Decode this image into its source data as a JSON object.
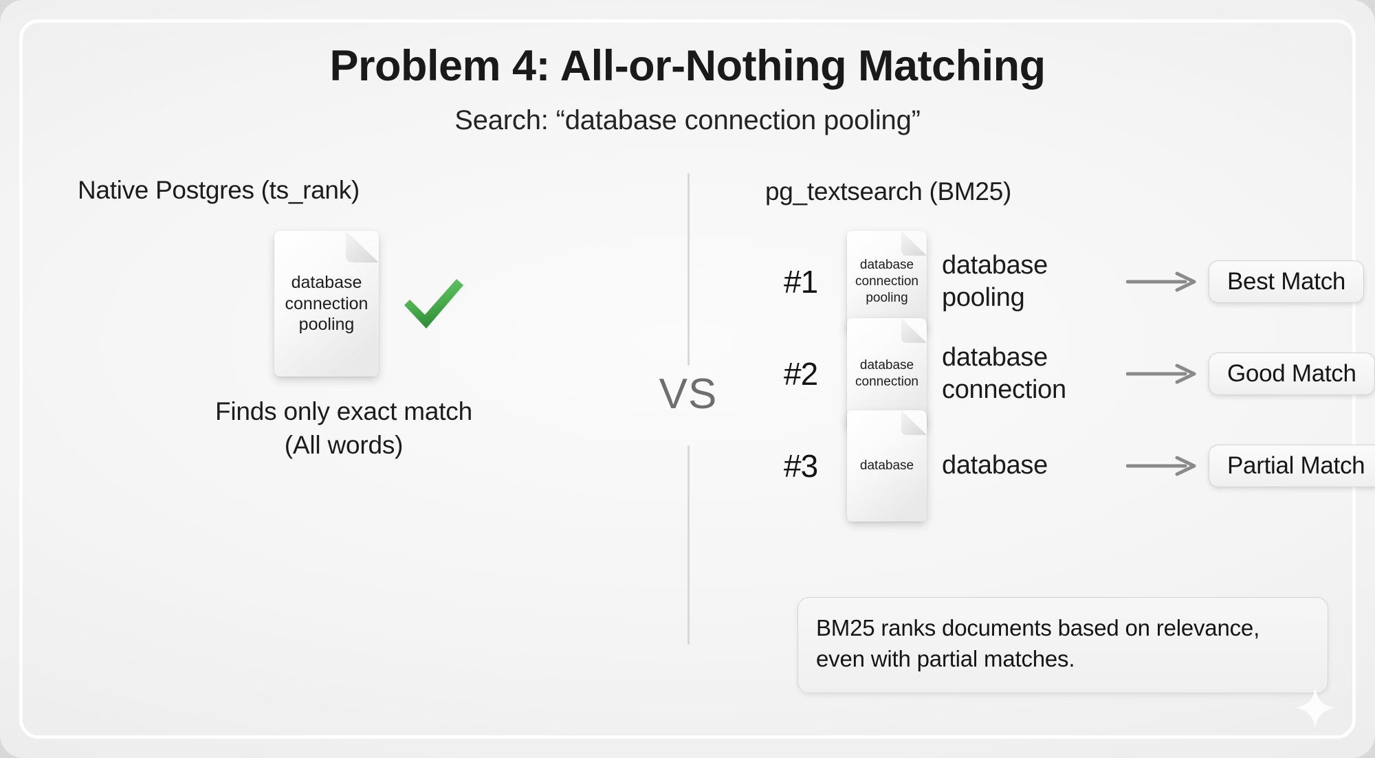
{
  "header": {
    "title": "Problem 4: All-or-Nothing Matching",
    "subtitle": "Search: “database connection pooling”"
  },
  "left_panel": {
    "column_title": "Native Postgres (ts_rank)",
    "document_text": "database connection pooling",
    "status_icon": "green-check-icon",
    "caption_line1": "Finds only exact match",
    "caption_line2": "(All words)"
  },
  "divider": {
    "vs_label": "VS"
  },
  "right_panel": {
    "column_title": "pg_textsearch (BM25)",
    "results": [
      {
        "rank": "#1",
        "document_text": "database connection pooling",
        "label": "database pooling",
        "badge": "Best Match"
      },
      {
        "rank": "#2",
        "document_text": "database connection",
        "label": "database connection",
        "badge": "Good Match"
      },
      {
        "rank": "#3",
        "document_text": "database",
        "label": "database",
        "badge": "Partial Match"
      }
    ],
    "callout": "BM25 ranks documents based on relevance, even with partial matches."
  },
  "decoration": {
    "sparkle_icon": "sparkle-icon"
  },
  "colors": {
    "check_green": "#4caf4f",
    "text_primary": "#1a1a1a",
    "vs_gray": "#6e6e6e",
    "arrow_gray": "#8a8a8a",
    "divider_gray": "#d8d8d8",
    "frame_white": "#ffffff"
  }
}
